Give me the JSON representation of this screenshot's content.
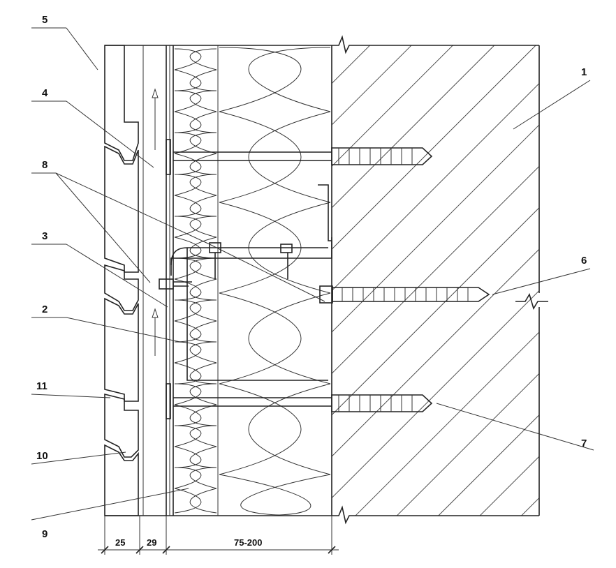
{
  "callouts": [
    {
      "id": "1",
      "text": "1"
    },
    {
      "id": "2",
      "text": "2"
    },
    {
      "id": "3",
      "text": "3"
    },
    {
      "id": "4",
      "text": "4"
    },
    {
      "id": "5",
      "text": "5"
    },
    {
      "id": "6",
      "text": "6"
    },
    {
      "id": "7",
      "text": "7"
    },
    {
      "id": "8",
      "text": "8"
    },
    {
      "id": "9",
      "text": "9"
    },
    {
      "id": "10",
      "text": "10"
    },
    {
      "id": "11",
      "text": "11"
    }
  ],
  "dimensions": {
    "cladding": "25",
    "air_gap": "29",
    "insulation": "75-200"
  },
  "colors": {
    "line": "#222222",
    "background": "#ffffff"
  }
}
